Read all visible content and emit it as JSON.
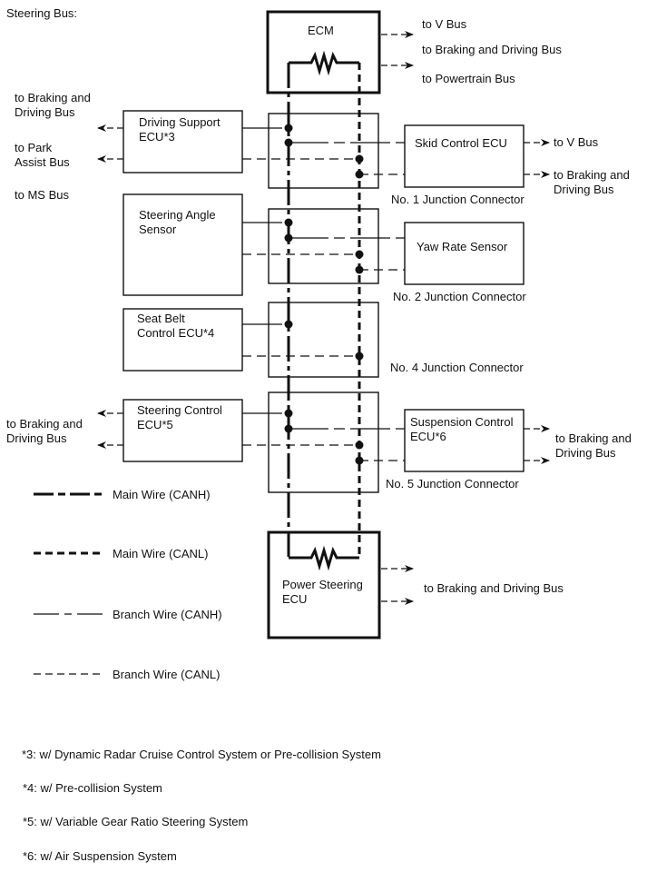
{
  "title": "Steering Bus:",
  "components": {
    "ecm": "ECM",
    "driving_support_ecu": "Driving Support\nECU*3",
    "steering_angle_sensor": "Steering Angle\nSensor",
    "seat_belt_control_ecu": "Seat Belt\nControl ECU*4",
    "steering_control_ecu": "Steering Control\nECU*5",
    "skid_control_ecu": "Skid Control ECU",
    "yaw_rate_sensor": "Yaw Rate Sensor",
    "suspension_control_ecu": "Suspension Control\nECU*6",
    "power_steering_ecu": "Power Steering\nECU"
  },
  "junction_connectors": [
    "No. 1 Junction Connector",
    "No. 2 Junction Connector",
    "No. 4 Junction Connector",
    "No. 5 Junction Connector"
  ],
  "bus_labels": {
    "ecm_v_bus": "to V Bus",
    "ecm_braking": "to Braking and Driving Bus",
    "ecm_powertrain": "to Powertrain Bus",
    "ds_braking": "to Braking and\nDriving Bus",
    "ds_park_assist": "to Park\nAssist Bus",
    "ms_bus": "to MS Bus",
    "skid_v_bus": "to V Bus",
    "skid_braking": "to Braking and\nDriving Bus",
    "sc_braking": "to Braking and\nDriving Bus",
    "susp_braking": "to Braking and\nDriving Bus",
    "ps_braking": "to Braking and Driving Bus"
  },
  "legend": [
    {
      "type": "main-canh",
      "label": "Main Wire (CANH)"
    },
    {
      "type": "main-canl",
      "label": "Main Wire (CANL)"
    },
    {
      "type": "branch-canh",
      "label": "Branch Wire (CANH)"
    },
    {
      "type": "branch-canl",
      "label": "Branch Wire (CANL)"
    }
  ],
  "footnotes": [
    "*3: w/ Dynamic Radar Cruise Control System or Pre-collision System",
    "*4: w/ Pre-collision System",
    "*5: w/ Variable Gear Ratio Steering System",
    "*6: w/ Air Suspension System"
  ]
}
